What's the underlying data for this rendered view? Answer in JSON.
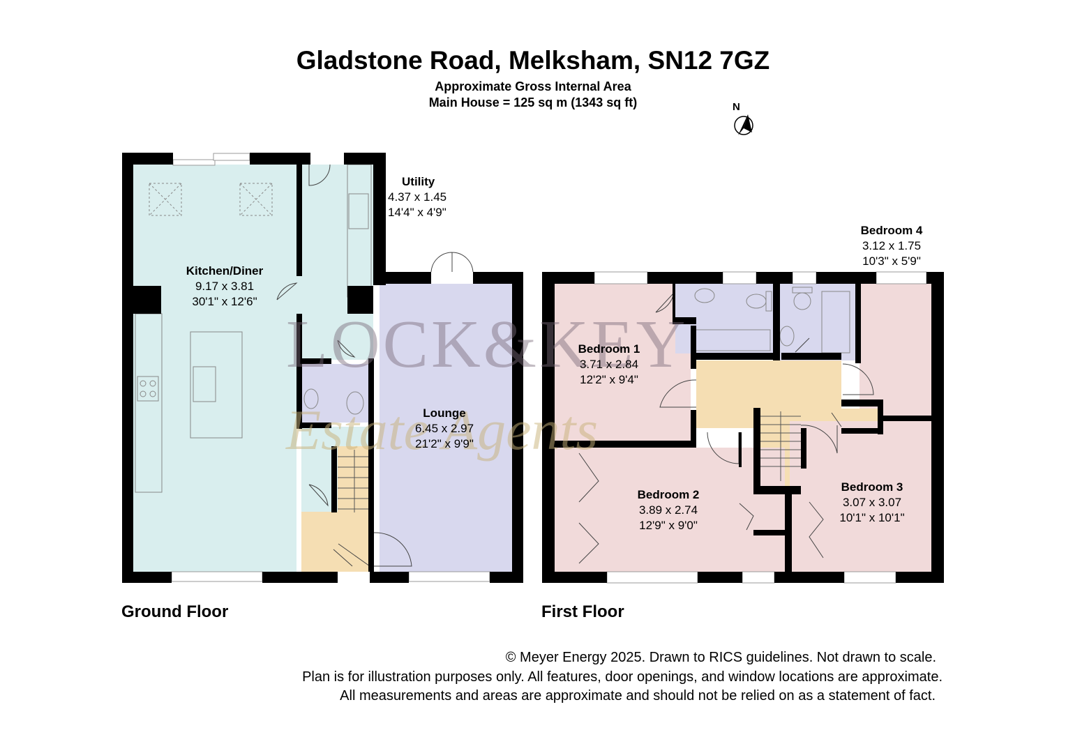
{
  "header": {
    "title": "Gladstone Road, Melksham, SN12 7GZ",
    "subtitle": "Approximate Gross Internal Area",
    "area": "Main House = 125 sq m (1343 sq ft)"
  },
  "compass": {
    "label": "N"
  },
  "watermark": {
    "line1": "LOCK&KEY",
    "line2": "Estate Agents"
  },
  "floors": {
    "ground": {
      "label": "Ground Floor",
      "rooms": {
        "kitchen": {
          "name": "Kitchen/Diner",
          "metric": "9.17 x 3.81",
          "imperial": "30'1\" x 12'6\""
        },
        "utility": {
          "name": "Utility",
          "metric": "4.37 x 1.45",
          "imperial": "14'4\" x 4'9\""
        },
        "lounge": {
          "name": "Lounge",
          "metric": "6.45 x 2.97",
          "imperial": "21'2\" x 9'9\""
        }
      }
    },
    "first": {
      "label": "First Floor",
      "rooms": {
        "bed1": {
          "name": "Bedroom 1",
          "metric": "3.71 x 2.84",
          "imperial": "12'2\" x 9'4\""
        },
        "bed2": {
          "name": "Bedroom 2",
          "metric": "3.89 x 2.74",
          "imperial": "12'9\" x 9'0\""
        },
        "bed3": {
          "name": "Bedroom 3",
          "metric": "3.07 x 3.07",
          "imperial": "10'1\" x 10'1\""
        },
        "bed4": {
          "name": "Bedroom 4",
          "metric": "3.12 x 1.75",
          "imperial": "10'3\" x 5'9\""
        }
      }
    }
  },
  "colors": {
    "kitchen": "#d9eeee",
    "lounge": "#d8d8ee",
    "bathroom": "#d8d8ee",
    "hall": "#f5deb3",
    "bedroom": "#f1dada",
    "wall": "#000000"
  },
  "footer": {
    "line1": "© Meyer Energy 2025. Drawn to RICS guidelines.  Not drawn to scale.",
    "line2": "Plan is for illustration purposes only. All features, door openings, and window locations are approximate.",
    "line3": "All measurements and areas are approximate and should not be relied on as a statement of fact."
  }
}
